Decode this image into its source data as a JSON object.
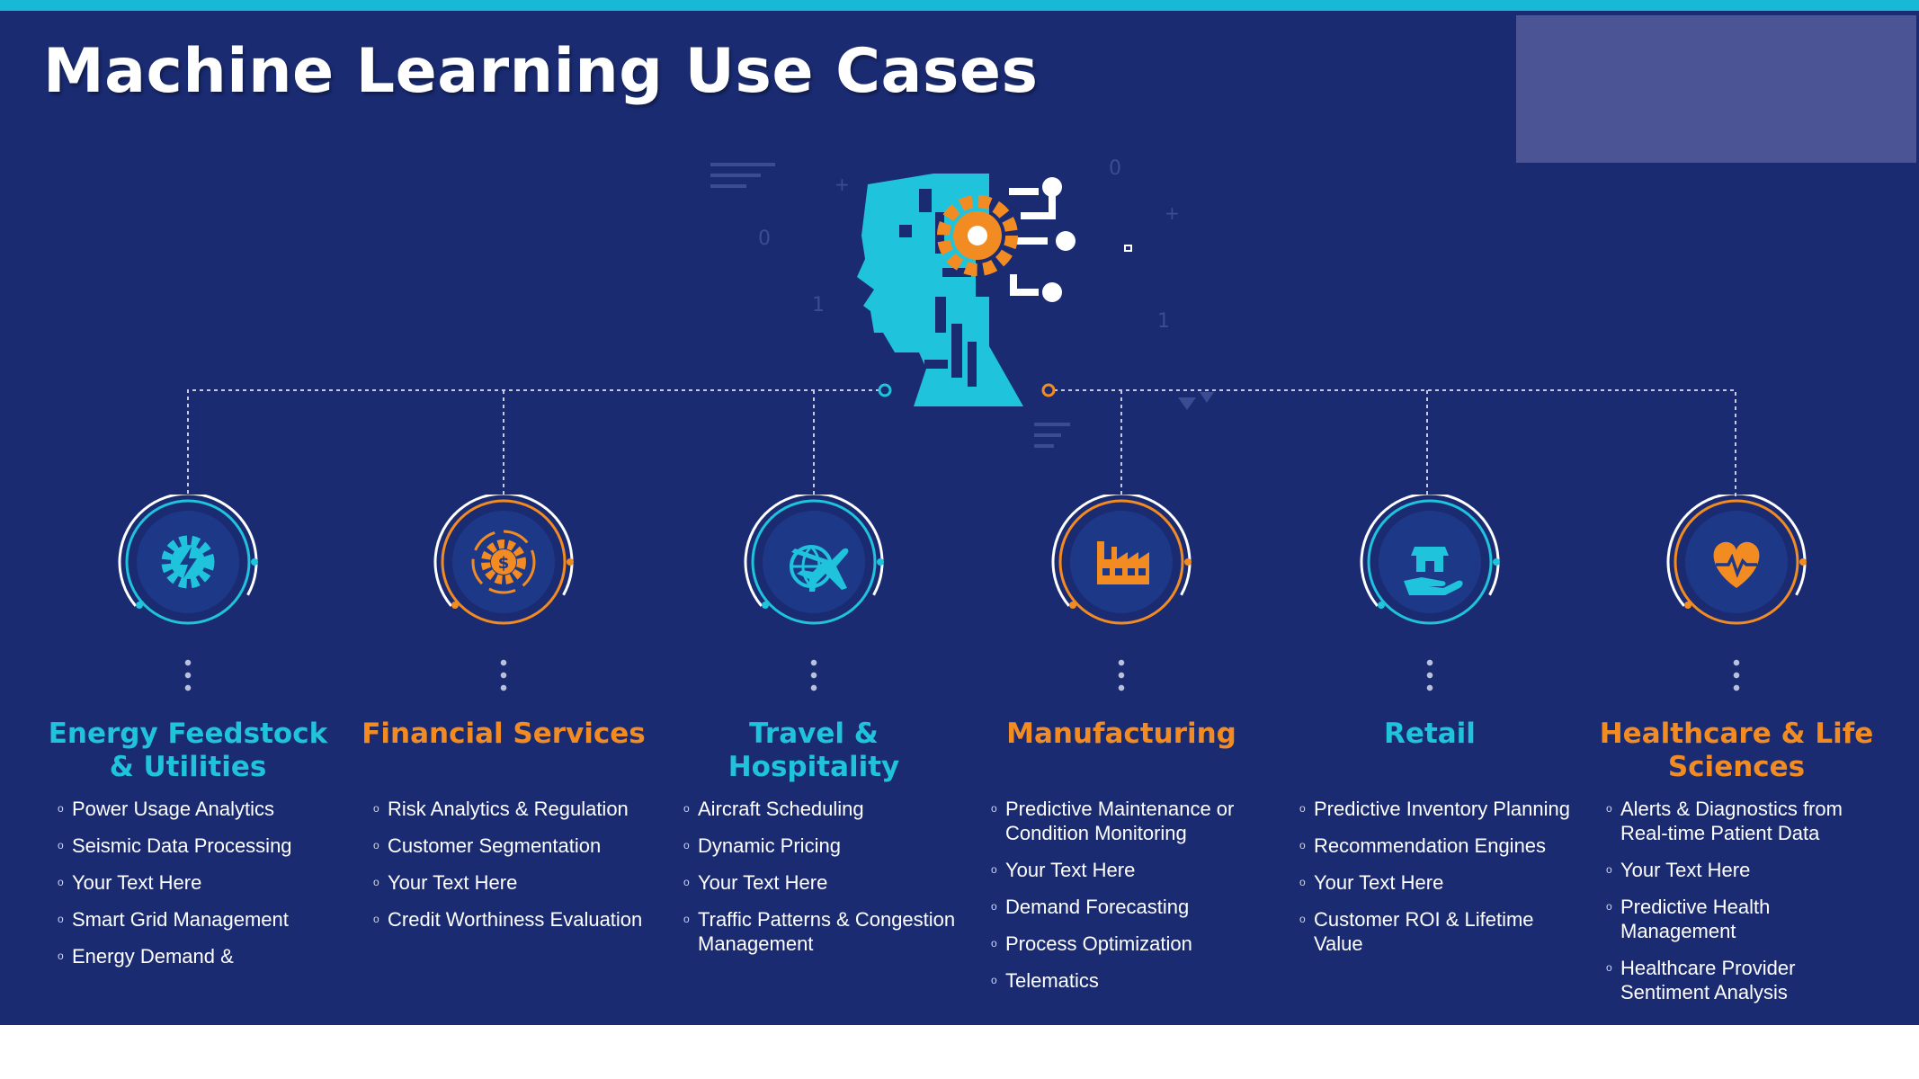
{
  "title": "Machine Learning Use Cases",
  "colors": {
    "background": "#1a2b72",
    "cyan": "#20c3dc",
    "orange": "#f28c22",
    "accent_line": "#18b9d6"
  },
  "hero": {
    "icon": "ai-head-gear-circuit-icon"
  },
  "categories": [
    {
      "name": "Energy Feedstock & Utilities",
      "accent": "cyan",
      "icon": "gear-lightning-icon",
      "items": [
        "Power Usage Analytics",
        "Seismic Data Processing",
        "Your Text Here",
        "Smart Grid Management",
        "Energy Demand &"
      ]
    },
    {
      "name": "Financial Services",
      "accent": "orange",
      "icon": "gear-dollar-icon",
      "items": [
        "Risk Analytics & Regulation",
        "Customer Segmentation",
        "Your Text Here",
        "Credit Worthiness Evaluation"
      ]
    },
    {
      "name": "Travel & Hospitality",
      "accent": "cyan",
      "icon": "globe-airplane-icon",
      "items": [
        "Aircraft Scheduling",
        "Dynamic Pricing",
        "Your Text Here",
        "Traffic Patterns & Congestion Management"
      ]
    },
    {
      "name": "Manufacturing",
      "accent": "orange",
      "icon": "factory-icon",
      "items": [
        "Predictive Maintenance or Condition Monitoring",
        "Your Text Here",
        "Demand Forecasting",
        "Process Optimization",
        "Telematics"
      ]
    },
    {
      "name": "Retail",
      "accent": "cyan",
      "icon": "hand-shop-icon",
      "items": [
        "Predictive Inventory Planning",
        "Recommendation Engines",
        "Your Text Here",
        "Customer ROI & Lifetime Value"
      ]
    },
    {
      "name": "Healthcare & Life Sciences",
      "accent": "orange",
      "icon": "heart-pulse-icon",
      "items": [
        "Alerts & Diagnostics from Real-time Patient Data",
        "Your Text Here",
        "Predictive Health Management",
        "Healthcare Provider Sentiment Analysis"
      ]
    }
  ]
}
